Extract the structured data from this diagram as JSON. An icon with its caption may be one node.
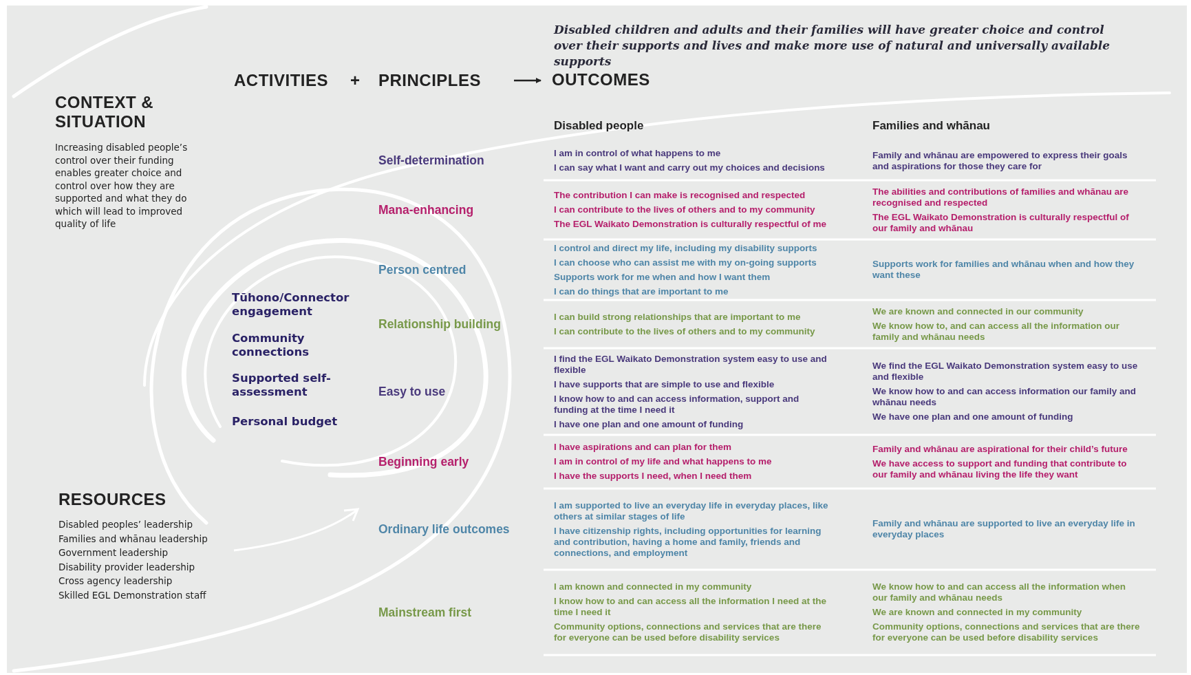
{
  "diagram": {
    "title": "Disabled children and adults and their families will have greater choice and control over their supports and lives and make more use of natural and universally available supports",
    "nodes": [
      {
        "text": [
          "ACTIVITIES"
        ]
      },
      {
        "text": [
          "PRINCIPLES"
        ]
      },
      {
        "text": [
          "OUTCOMES"
        ]
      }
    ],
    "edges": [
      {
        "from": 1,
        "to": 2,
        "arrow": "to"
      }
    ],
    "labels": [
      "+",
      "CONTEXT & SITUATION",
      "Increasing disabled people’s control over their funding enables greater choice and control over how they are supported and what they do which will lead to improved quality of life",
      "Tūhono/Connector engagement",
      "Community connections",
      "Supported self-assessment",
      "Personal budget",
      "RESOURCES",
      "Disabled peoples’ leadership",
      "Families and whānau leadership",
      "Government leadership",
      "Disability provider leadership",
      "Cross agency leadership",
      "Skilled EGL Demonstration staff",
      "Disabled people",
      "Families and whānau",
      "Self-determination",
      "I am in control of what happens to me",
      "I can say what I want and carry out my choices and decisions",
      "Family and whānau are empowered to express their goals and aspirations for those they care for",
      "Mana-enhancing",
      "The contribution I can make is recognised and respected",
      "I can contribute to the lives of others and to my community",
      "The EGL Waikato Demonstration is culturally respectful of me",
      "The abilities and contributions of families and whānau are recognised and respected",
      "The EGL Waikato Demonstration is culturally respectful of our family and whānau",
      "Person centred",
      "I control and direct my life, including my disability supports",
      "I can choose who can assist me with my on-going supports",
      "Supports work for me when and how I want them",
      "I can do things that are important to me",
      "Supports work for families and whānau when and how they want these",
      "Relationship building",
      "I can build strong relationships that are important to me",
      "I can contribute to the lives of others and to my community",
      "We are known and connected in our community",
      "We know how to, and can access all the information our family and whānau needs",
      "Easy to use",
      "I find the EGL Waikato Demonstration system easy to use and flexible",
      "I have supports that are simple to use and flexible",
      "I know how to and can access information, support and funding at the time I need it",
      "I have one plan and one amount of funding",
      "We find the EGL Waikato Demonstration system easy to use and flexible",
      "We know how to and can access information our family and whānau needs",
      "We have one plan and one amount of funding",
      "Beginning early",
      "I have aspirations and can plan for them",
      "I am in control of my life and what happens to me",
      "I have the supports I need, when I need them",
      "Family and whānau are aspirational for their child’s future",
      "We have access to support and funding that contribute to our family and whānau living the life they want",
      "Ordinary life outcomes",
      "I am supported to live an everyday life in everyday places, like others at similar stages of life",
      "I have citizenship rights, including opportunities for learning and contribution, having a home and family, friends and connections, and employment",
      "Family and whānau are supported to live an everyday life in everyday places",
      "Mainstream first",
      "I am known and connected in my community",
      "I know how to and can access all the information I need at the time I need it",
      "Community options, connections and services that are there for everyone can be used before disability services",
      "We know how to and can access all the information when our family and whānau needs",
      "We are known and connected in my community",
      "Community options, connections and services that are there for everyone can be used before disability services"
    ]
  }
}
